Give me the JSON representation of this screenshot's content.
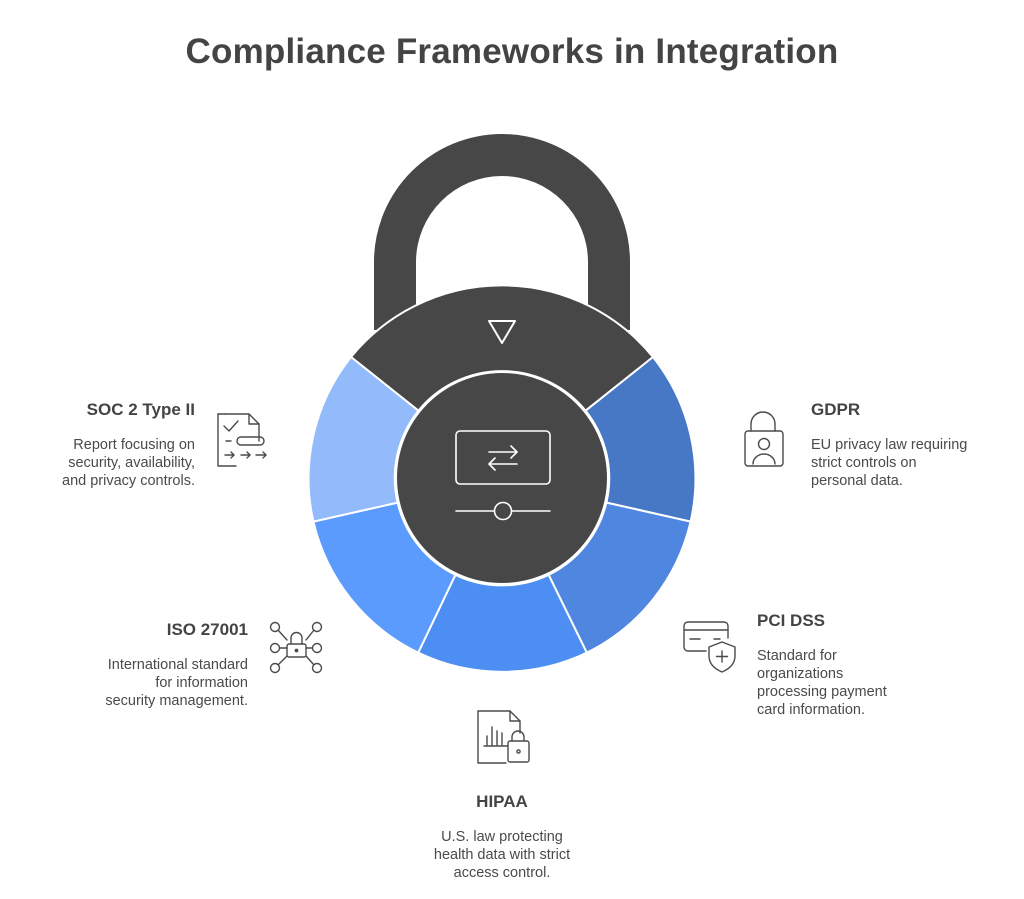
{
  "title": "Compliance Frameworks in Integration",
  "colors": {
    "lock_dark": "#474747",
    "soc2": "#93bbfb",
    "gdpr": "#4778c5",
    "pci": "#4f87e0",
    "hipaa": "#4d8ef2",
    "iso": "#5b9bfd",
    "icon_stroke": "#4a4a4a"
  },
  "frameworks": {
    "soc2": {
      "title": "SOC 2 Type II",
      "lines": [
        "Report focusing on",
        "security, availability,",
        "and privacy controls."
      ],
      "icon": "checklist-icon"
    },
    "gdpr": {
      "title": "GDPR",
      "lines": [
        "EU privacy law requiring",
        "strict controls on",
        "personal data."
      ],
      "icon": "user-lock-icon"
    },
    "iso": {
      "title": "ISO 27001",
      "lines": [
        "International standard",
        "for information",
        "security management."
      ],
      "icon": "network-lock-icon"
    },
    "pci": {
      "title": "PCI DSS",
      "lines": [
        "Standard for",
        "organizations",
        "processing payment",
        "card information."
      ],
      "icon": "card-shield-icon"
    },
    "hipaa": {
      "title": "HIPAA",
      "lines": [
        "U.S. law protecting",
        "health data with strict",
        "access control."
      ],
      "icon": "document-chart-lock-icon"
    }
  }
}
